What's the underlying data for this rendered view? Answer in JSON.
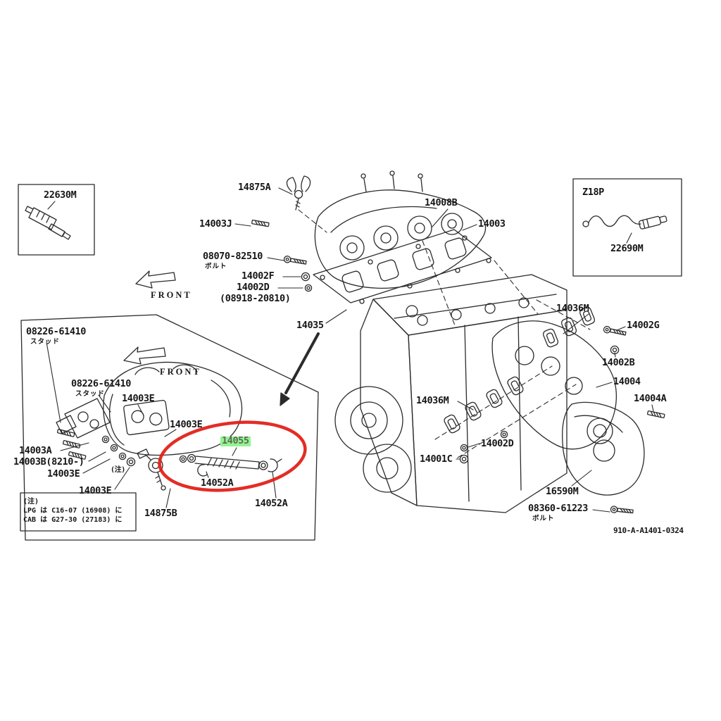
{
  "diagram": {
    "drawing_number": "910-A-A1401-0324",
    "highlighted_part": "14055",
    "highlight_bg": "#93f493",
    "circle_color": "#e11b12"
  },
  "part_labels": {
    "p22630m": "22630M",
    "p14875a": "14875A",
    "p14003j": "14003J",
    "p08070": "08070-82510",
    "kana_bolt1": "ボルト",
    "p14002f": "14002F",
    "p14002d_top": "14002D",
    "p08918": "(08918-20810)",
    "p14035": "14035",
    "p14008b": "14008B",
    "p14003": "14003",
    "pz18p": "Z18P",
    "p22690m": "22690M",
    "p14036m_r": "14036M",
    "p14002g": "14002G",
    "p14002b": "14002B",
    "p14004": "14004",
    "p14004a": "14004A",
    "p14036m_l": "14036M",
    "p14002d_low": "14002D",
    "p14001c": "14001C",
    "p16590m": "16590M",
    "p08360": "08360-61223",
    "kana_bolt2": "ボルト",
    "p08226_1": "08226-61410",
    "kana_stud1": "スタッド",
    "p08226_2": "08226-61410",
    "kana_stud2": "スタッド",
    "p14003e_1": "14003E",
    "p14003e_2": "14003E",
    "p14003a": "14003A",
    "p14003b": "14003B(8210-)",
    "p14003e_3": "14003E",
    "note_mark_inline": "(注)",
    "p14003e_4": "14003E",
    "p14055": "14055",
    "p14052a_1": "14052A",
    "p14052a_2": "14052A",
    "p14875b": "14875B"
  },
  "front_labels": {
    "upper": "FRONT",
    "lower": "FRONT"
  },
  "notes": {
    "mark": "(注)",
    "line1": "LPG は C16-07 (16908) に",
    "line2": "CAB は G27-30 (27183) に"
  }
}
